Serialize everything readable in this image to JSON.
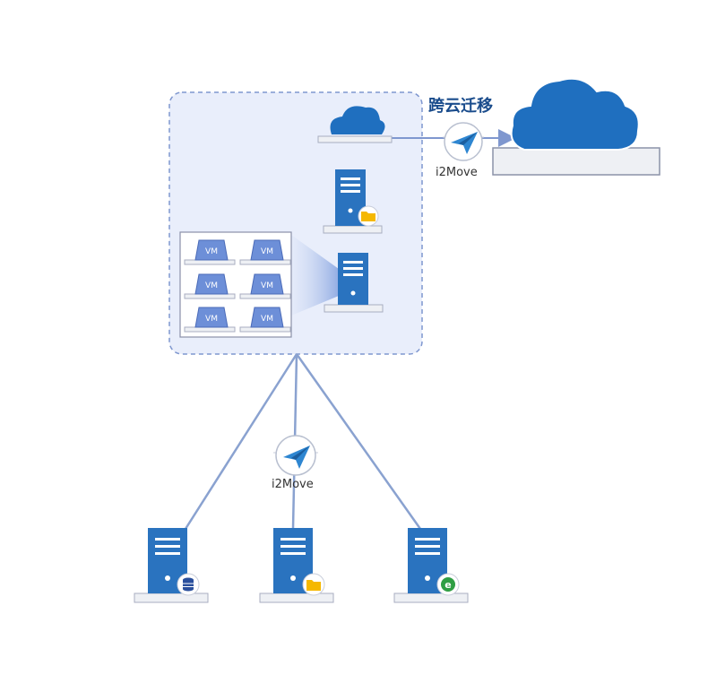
{
  "labels": {
    "cross_cloud": "跨云迁移",
    "tool_top": "i2Move",
    "tool_middle": "i2Move",
    "vm": "VM"
  },
  "colors": {
    "server_blue": "#2a73bf",
    "cloud_blue": "#1f6fbf",
    "region_fill": "#e9eefb",
    "region_border": "#7f97cf",
    "line": "#8aa2d0",
    "platform": "#eef0f4"
  },
  "icons": {
    "database_badge": "database-icon",
    "folder_badge": "folder-icon",
    "web_badge": "web-icon",
    "transfer_badge": "paper-plane-icon"
  }
}
